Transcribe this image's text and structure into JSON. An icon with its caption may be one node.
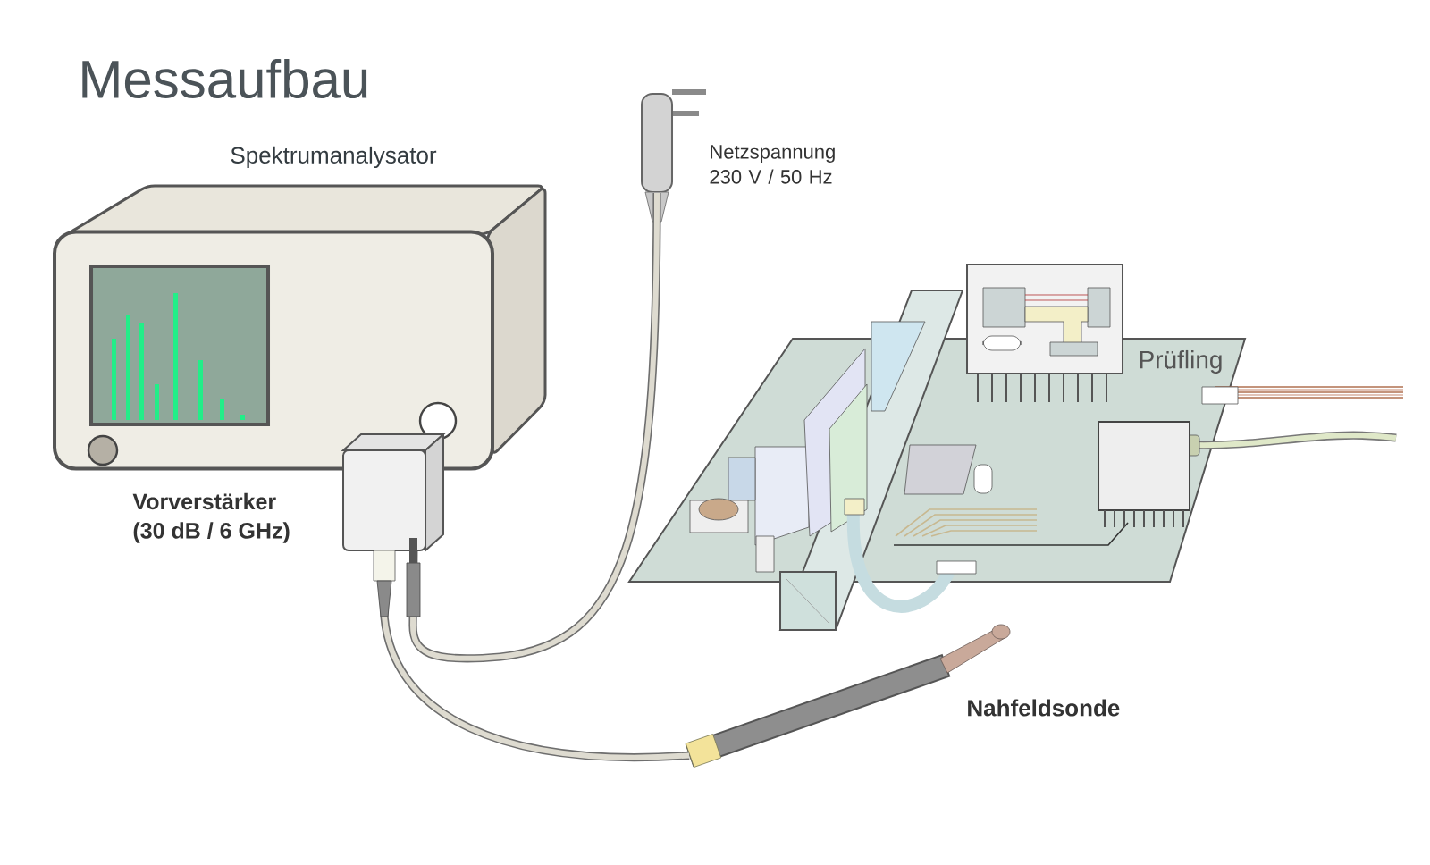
{
  "diagram": {
    "title": "Messaufbau",
    "nodes": [
      {
        "text": [
          "Spektrumanalysator"
        ]
      },
      {
        "text": [
          "Vorverstärker",
          "(30 dB / 6 GHz)"
        ]
      },
      {
        "text": [
          "Netzspannung 230 V / 50 Hz"
        ]
      },
      {
        "text": [
          "Nahfeldsonde"
        ]
      },
      {
        "text": [
          "Prüfling"
        ]
      }
    ],
    "edges": [
      {
        "from": 2,
        "to": 1,
        "arrow": "none"
      },
      {
        "from": 1,
        "to": 3,
        "arrow": "none"
      }
    ]
  }
}
